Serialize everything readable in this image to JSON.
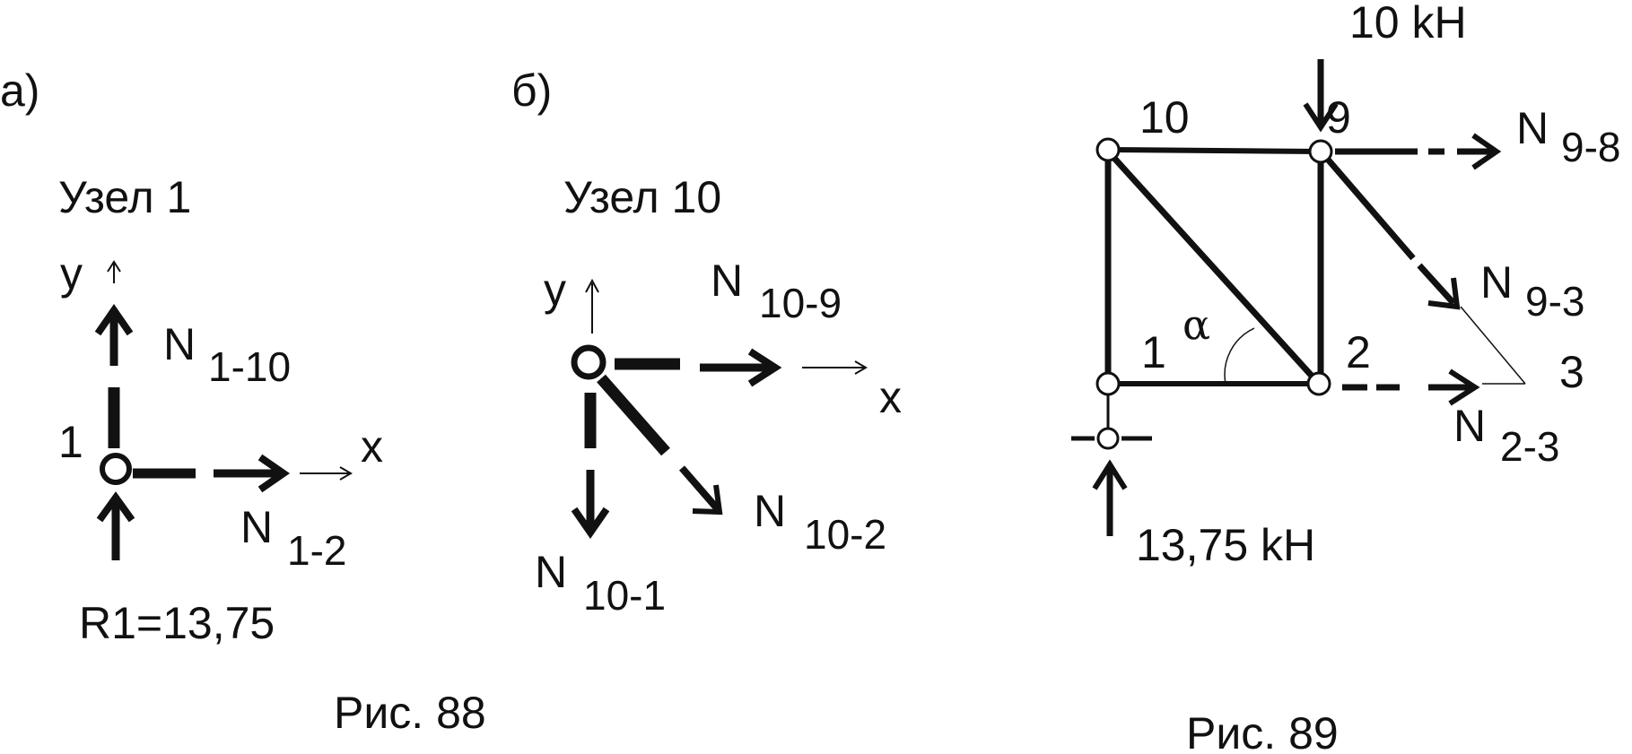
{
  "fig88": {
    "panel_a": {
      "panel_label": "a)",
      "title": "Узел 1",
      "axis_y": "y",
      "axis_x": "x",
      "node": "1",
      "n_sym": "N",
      "n_1_10_sub": "1-10",
      "n_1_2_sub": "1-2",
      "reaction": "R1=13,75"
    },
    "panel_b": {
      "panel_label": "б)",
      "title": "Узел 10",
      "axis_y": "y",
      "axis_x": "x",
      "n_sym": "N",
      "n_10_9_sub": "10-9",
      "n_10_2_sub": "10-2",
      "n_10_1_sub": "10-1"
    },
    "caption": "Рис. 88"
  },
  "fig89": {
    "load": "10 kH",
    "reaction": "13,75 kH",
    "angle": "α",
    "node_10": "10",
    "node_9": "9",
    "node_1": "1",
    "node_2": "2",
    "node_3": "3",
    "n_sym": "N",
    "n_9_8_sub": "9-8",
    "n_9_3_sub": "9-3",
    "n_2_3_sub": "2-3",
    "caption": "Рис. 89"
  },
  "colors": {
    "ink": "#111111",
    "background": "#ffffff"
  }
}
